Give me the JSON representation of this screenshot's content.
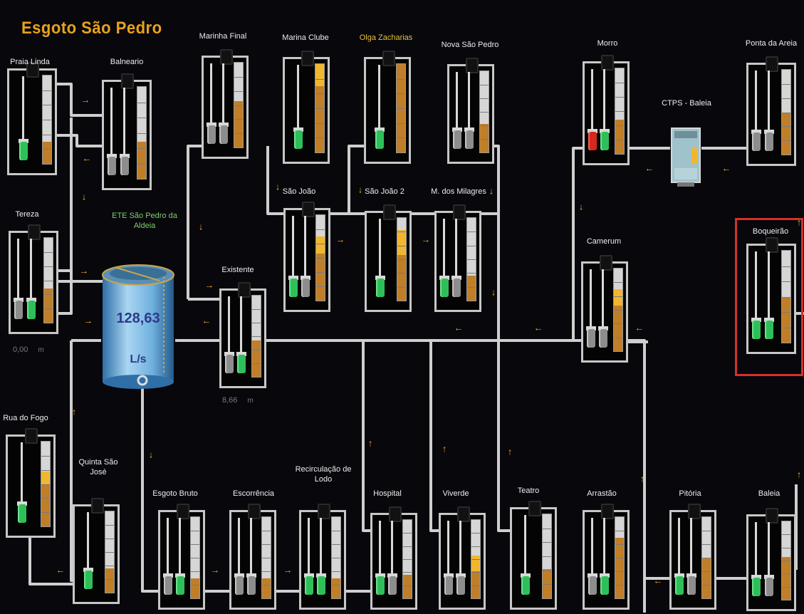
{
  "title": "Esgoto São Pedro",
  "etp": {
    "label": "ETE São Pedro da Aldeia",
    "value": "128,63",
    "unit": "L/s"
  },
  "ctps": {
    "label": "CTPS - Baleia"
  },
  "colors": {
    "accent": "#e8a21c",
    "pump_on": "#2fbf5a",
    "pump_off": "#8d8d8d",
    "pump_fault": "#d7281e",
    "level": "#c07e28",
    "level_high": "#f0b630",
    "selection": "#d2322a"
  },
  "readings": [
    {
      "station": "Tereza",
      "value": "0,00",
      "unit": "m"
    },
    {
      "station": "Existente",
      "value": "8,66",
      "unit": "m"
    }
  ],
  "stations": [
    {
      "id": "praia-linda",
      "label": "Praia Linda",
      "pumps": [
        "on"
      ],
      "level": 0.25,
      "high": 0
    },
    {
      "id": "balneario",
      "label": "Balneario",
      "pumps": [
        "off",
        "off"
      ],
      "level": 0.4,
      "high": 0
    },
    {
      "id": "marinha-final",
      "label": "Marinha Final",
      "pumps": [
        "off",
        "off"
      ],
      "level": 0.55,
      "high": 0
    },
    {
      "id": "marina-clube",
      "label": "Marina Clube",
      "pumps": [
        "on"
      ],
      "level": 1.0,
      "high": 0.25
    },
    {
      "id": "olga-zacharias",
      "label": "Olga Zacharias",
      "pumps": [
        "on"
      ],
      "level": 1.0,
      "high": 0
    },
    {
      "id": "nova-sao-pedro",
      "label": "Nova São Pedro",
      "pumps": [
        "off",
        "off"
      ],
      "level": 0.35,
      "high": 0
    },
    {
      "id": "morro",
      "label": "Morro",
      "pumps": [
        "fault",
        "on"
      ],
      "level": 0.4,
      "high": 0
    },
    {
      "id": "ponta-da-areia",
      "label": "Ponta da Areia",
      "pumps": [
        "off",
        "off"
      ],
      "level": 0.5,
      "high": 0
    },
    {
      "id": "sao-joao",
      "label": "São João",
      "pumps": [
        "on",
        "off"
      ],
      "level": 0.75,
      "high": 0.2
    },
    {
      "id": "sao-joao-2",
      "label": "São João 2",
      "pumps": [
        "on"
      ],
      "level": 0.85,
      "high": 0.3
    },
    {
      "id": "m-dos-milagres",
      "label": "M. dos Milagres",
      "pumps": [
        "on",
        "off"
      ],
      "level": 0.3,
      "high": 0
    },
    {
      "id": "tereza",
      "label": "Tereza",
      "pumps": [
        "off",
        "on"
      ],
      "level": 0.4,
      "high": 0
    },
    {
      "id": "existente",
      "label": "Existente",
      "pumps": [
        "off",
        "on"
      ],
      "level": 0.45,
      "high": 0
    },
    {
      "id": "camerum",
      "label": "Camerum",
      "pumps": [
        "off",
        "off"
      ],
      "level": 0.75,
      "high": 0.2
    },
    {
      "id": "boqueirao",
      "label": "Boqueirão",
      "pumps": [
        "on",
        "on"
      ],
      "level": 0.5,
      "high": 0
    },
    {
      "id": "rua-do-fogo",
      "label": "Rua do Fogo",
      "pumps": [
        "on"
      ],
      "level": 0.65,
      "high": 0.15
    },
    {
      "id": "quinta-sao-jose",
      "label": "Quinta São José",
      "pumps": [
        "on"
      ],
      "level": 0.3,
      "high": 0
    },
    {
      "id": "esgoto-bruto",
      "label": "Esgoto Bruto",
      "pumps": [
        "off",
        "on"
      ],
      "level": 0.25,
      "high": 0
    },
    {
      "id": "escorrencia",
      "label": "Escorrência",
      "pumps": [
        "off",
        "off"
      ],
      "level": 0.25,
      "high": 0
    },
    {
      "id": "recirculacao-de-lodo",
      "label": "Recirculação de Lodo",
      "pumps": [
        "on",
        "on"
      ],
      "level": 0.25,
      "high": 0
    },
    {
      "id": "hospital",
      "label": "Hospital",
      "pumps": [
        "on",
        "off"
      ],
      "level": 0.3,
      "high": 0
    },
    {
      "id": "viverde",
      "label": "Viverde",
      "pumps": [
        "off",
        "off"
      ],
      "level": 0.55,
      "high": 0.2
    },
    {
      "id": "teatro",
      "label": "Teatro",
      "pumps": [
        "on"
      ],
      "level": 0.35,
      "high": 0
    },
    {
      "id": "arrastao",
      "label": "Arrastão",
      "pumps": [
        "off",
        "on"
      ],
      "level": 0.75,
      "high": 0
    },
    {
      "id": "pitoria",
      "label": "Pitória",
      "pumps": [
        "on",
        "off"
      ],
      "level": 0.5,
      "high": 0
    },
    {
      "id": "baleia",
      "label": "Baleia",
      "pumps": [
        "on",
        "off"
      ],
      "level": 0.55,
      "high": 0
    }
  ]
}
